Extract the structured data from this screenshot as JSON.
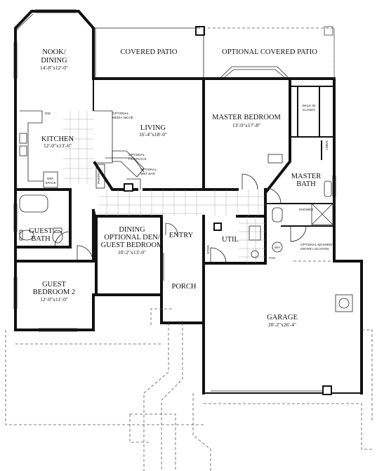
{
  "rooms": {
    "nook": {
      "name_line1": "NOOK/",
      "name_line2": "DINING",
      "dim": "14'-8\"x12'-0\""
    },
    "covered_patio": {
      "name": "COVERED PATIO"
    },
    "optional_covered_patio": {
      "name": "OPTIONAL COVERED PATIO"
    },
    "kitchen": {
      "name": "KITCHEN",
      "dim": "12'-0\"x13'-6\""
    },
    "living": {
      "name": "LIVING",
      "dim": "16'-4\"x18'-0\""
    },
    "master_bedroom": {
      "name": "MASTER BEDROOM",
      "dim": "13'-0\"x17'-8\""
    },
    "master_bath": {
      "name_line1": "MASTER",
      "name_line2": "BATH"
    },
    "guest_bath": {
      "name_line1": "GUEST",
      "name_line2": "BATH"
    },
    "dining_den": {
      "line1": "DINING",
      "line2": "OPTIONAL DEN/",
      "line3": "GUEST BEDROOM",
      "dim": "10'-2\"x13'-0\""
    },
    "entry": {
      "name": "ENTRY"
    },
    "util": {
      "name": "UTIL"
    },
    "guest_bedroom_2": {
      "name_line1": "GUEST",
      "name_line2": "BEDROOM 2",
      "dim": "12'-0\"x11'-0\""
    },
    "porch": {
      "name": "PORCH"
    },
    "garage": {
      "name": "GARAGE",
      "dim": "20'-2\"x26'-4\""
    }
  },
  "notes": {
    "optional_media_niche_1": "OPTIONAL",
    "optional_media_niche_2": "MEDIA NICHE",
    "optional_fireplace_1": "OPTIONAL",
    "optional_fireplace_2": "FIREPLACE",
    "optional_wet_bar_1": "OPTIONAL",
    "optional_wet_bar_2": "WET BAR",
    "pantry": "PANTRY",
    "dw": "DW",
    "ref_space_1": "REF.",
    "ref_space_2": "SPACE",
    "linen": "LINEN",
    "walk_in_closet_1": "WALK-IN",
    "walk_in_closet_2": "CLOSET",
    "shower": "SHOWER",
    "optional_washer_dryer_1": "OPTIONAL WASHER/",
    "optional_washer_dryer_2": "DRYER LOCATION",
    "wh": "WH",
    "fau": "FAU",
    "stor": "STOR"
  }
}
